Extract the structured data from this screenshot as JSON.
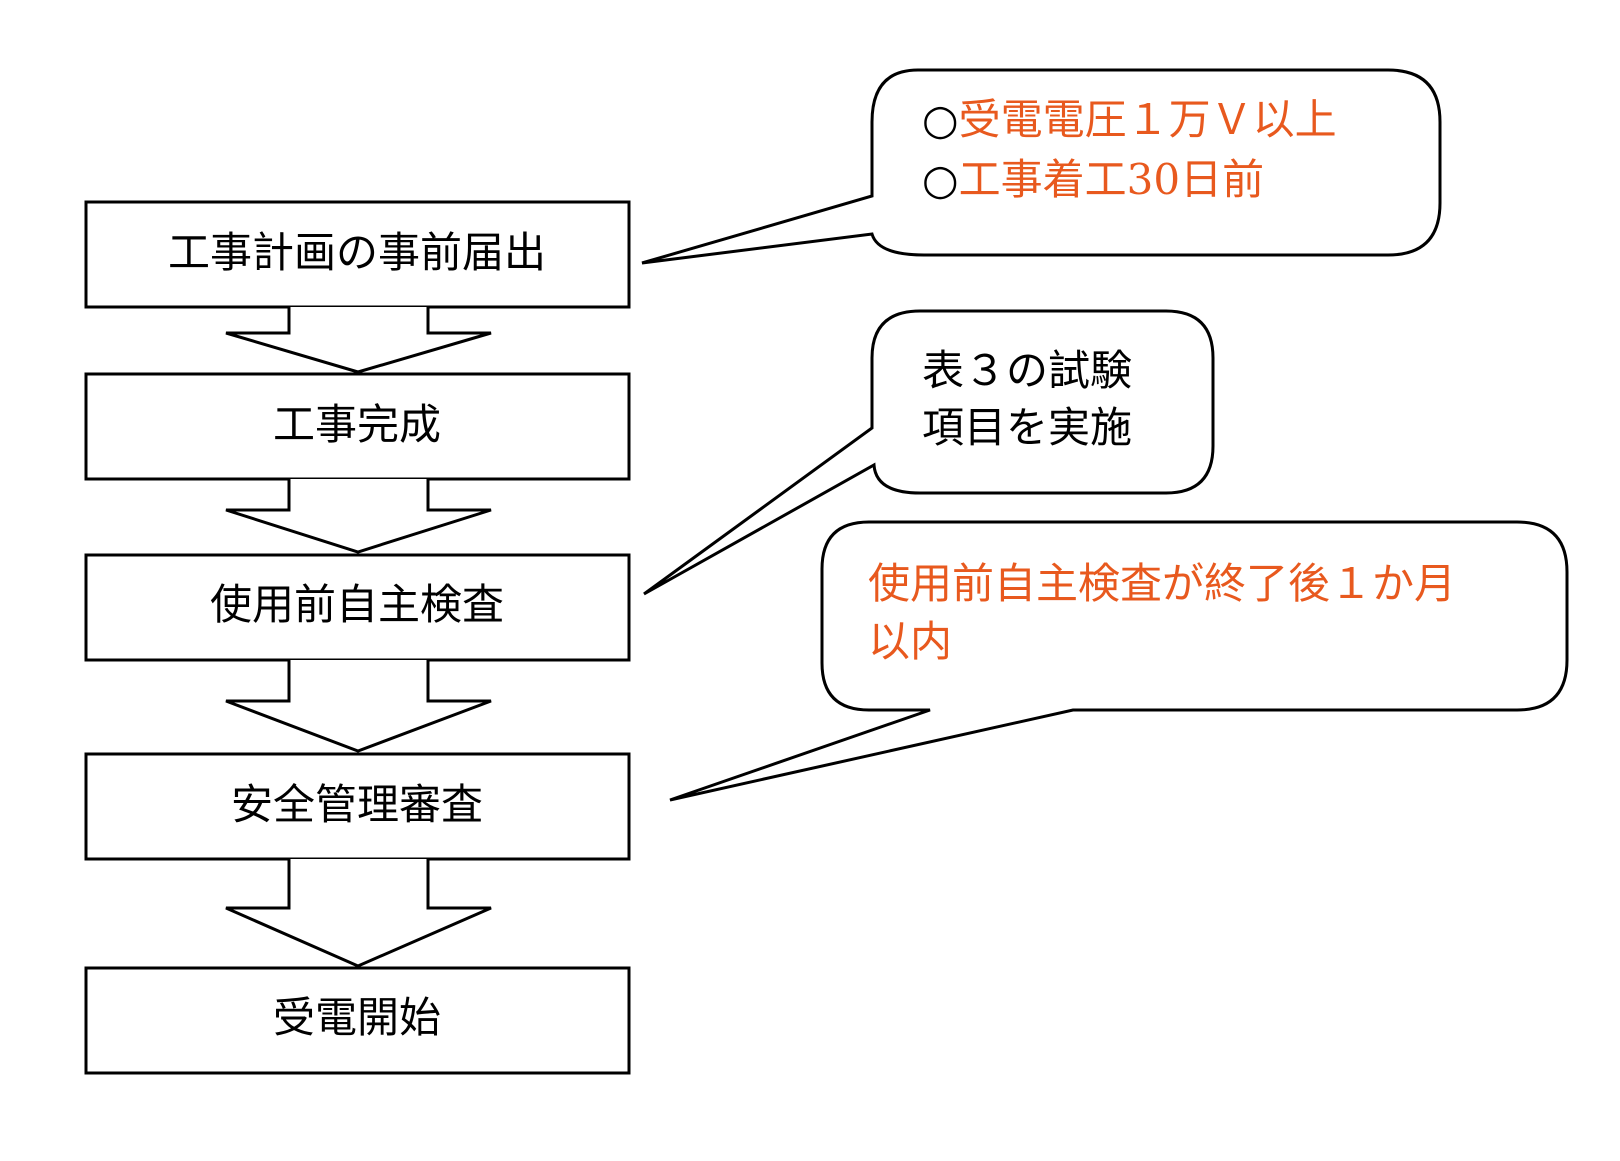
{
  "flow": {
    "steps": [
      "工事計画の事前届出",
      "工事完成",
      "使用前自主検査",
      "安全管理審査",
      "受電開始"
    ]
  },
  "notes": {
    "note1": {
      "line1_bullet": "○",
      "line1_text": "受電電圧１万Ｖ以上",
      "line2_bullet": "○",
      "line2_text": "工事着工30日前"
    },
    "note2": {
      "line1": "表３の試験",
      "line2": "項目を実施"
    },
    "note3": {
      "line1": "使用前自主検査が終了後１か月",
      "line2": "以内"
    }
  },
  "colors": {
    "accent": "#e8591e",
    "text": "#000000",
    "stroke": "#000000",
    "background": "#ffffff"
  }
}
